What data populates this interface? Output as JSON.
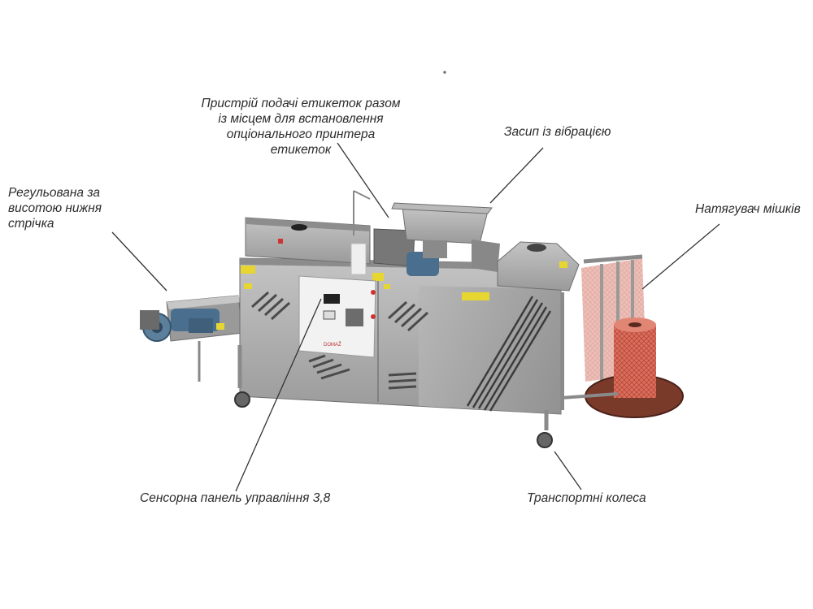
{
  "brand": "DOMAŽ",
  "callouts": {
    "label_feeder": [
      "Пристрій подачі етикеток разом",
      "із місцем для встановлення",
      "опціонального принтера",
      "етикеток"
    ],
    "hopper": [
      "Засип із вібрацією"
    ],
    "conveyor": [
      "Регульована за",
      "висотою нижня",
      "стрічка"
    ],
    "bag_tensioner": [
      "Натягувач мішків"
    ],
    "touch_panel": [
      "Сенсорна панель управління 3,8"
    ],
    "wheels": [
      "Транспортні колеса"
    ]
  },
  "colors": {
    "steel": "#a9a9a9",
    "steel_dark": "#7d7d7d",
    "steel_light": "#cfcfcf",
    "motor_blue": "#4a6f8e",
    "bag_red": "#cf5a4a",
    "reel_brown": "#7a3a2a",
    "warning_yellow": "#e8d630",
    "leader_line": "#333333"
  }
}
